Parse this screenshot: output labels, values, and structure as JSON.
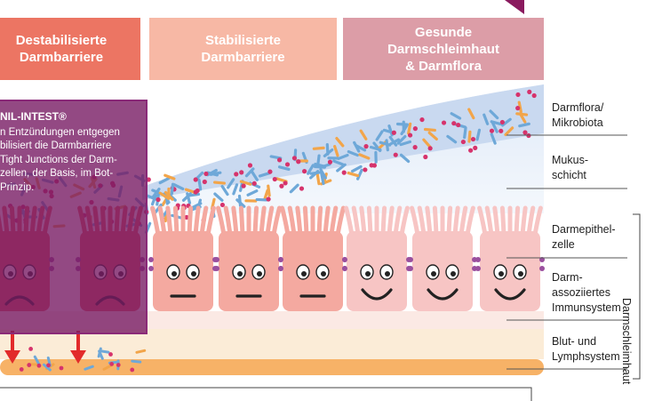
{
  "headers": [
    {
      "lines": [
        "Destabilisierte",
        "Darmbarriere"
      ],
      "color": "#ec7563"
    },
    {
      "lines": [
        "Stabilisierte",
        "Darmbarriere"
      ],
      "color": "#f7b8a5"
    },
    {
      "lines": [
        "Gesunde",
        "Darmschleimhaut",
        "& Darmflora"
      ],
      "color": "#dc9da7"
    }
  ],
  "infobox": {
    "title": "NIL-INTEST®",
    "lines": [
      "n Entzündungen entgegen",
      "bilisiert die Darmbarriere",
      "Tight Junctions der Darm-",
      "zellen, der Basis, im Bot-",
      "Prinzip."
    ]
  },
  "labels": [
    {
      "key": "flora",
      "lines": [
        "Darmflora/",
        "Mikrobiota"
      ]
    },
    {
      "key": "mukus",
      "lines": [
        "Mukus-",
        "schicht"
      ]
    },
    {
      "key": "epithel",
      "lines": [
        "Darmepithel-",
        "zelle"
      ]
    },
    {
      "key": "immun",
      "lines": [
        "Darm-",
        "assoziiertes",
        "Immunsystem"
      ]
    },
    {
      "key": "blut",
      "lines": [
        "Blut- und",
        "Lymphsystem"
      ]
    }
  ],
  "side_label": "Darmschleimhaut",
  "cells": [
    {
      "mood": "sad"
    },
    {
      "mood": "sad"
    },
    {
      "mood": "neutral"
    },
    {
      "mood": "neutral"
    },
    {
      "mood": "neutral"
    },
    {
      "mood": "happy"
    },
    {
      "mood": "happy"
    },
    {
      "mood": "happy"
    }
  ],
  "colors": {
    "sad_cell": "#e45a5a",
    "cell_pink": "#f4a9a0",
    "cell_light": "#f7c5c4",
    "purple_box": "#7a1c66",
    "bacteria_blue": "#6ea8d8",
    "bacteria_orange": "#f2a54a",
    "bacteria_pink": "#d6336c",
    "blood": "#f7b267",
    "arrow": "#e22b2b"
  }
}
